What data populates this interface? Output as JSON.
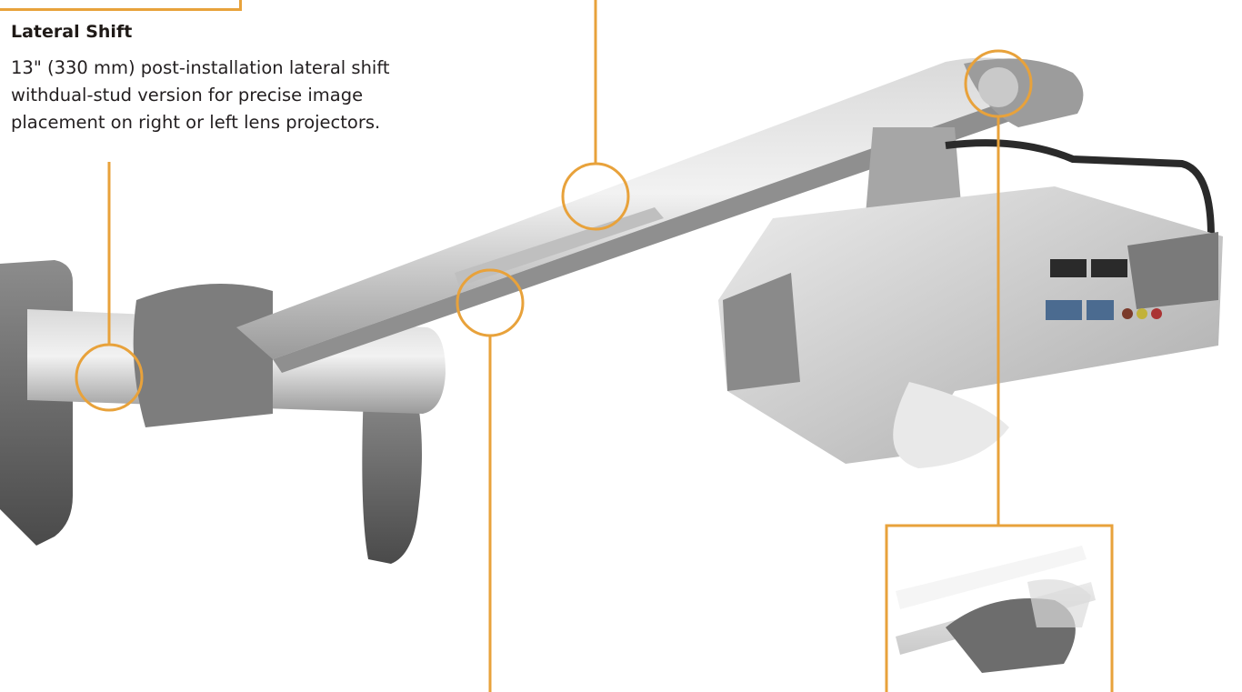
{
  "feature": {
    "title": "Lateral Shift",
    "description_lines": [
      "13\" (330 mm) post-installation lateral shift",
      "withdual-stud version for precise image",
      "placement on right or left lens projectors."
    ]
  },
  "colors": {
    "accent": "#e8a23b",
    "text": "#231f20",
    "background": "#ffffff"
  },
  "icons": {
    "callout_marker": "orange-circle"
  }
}
